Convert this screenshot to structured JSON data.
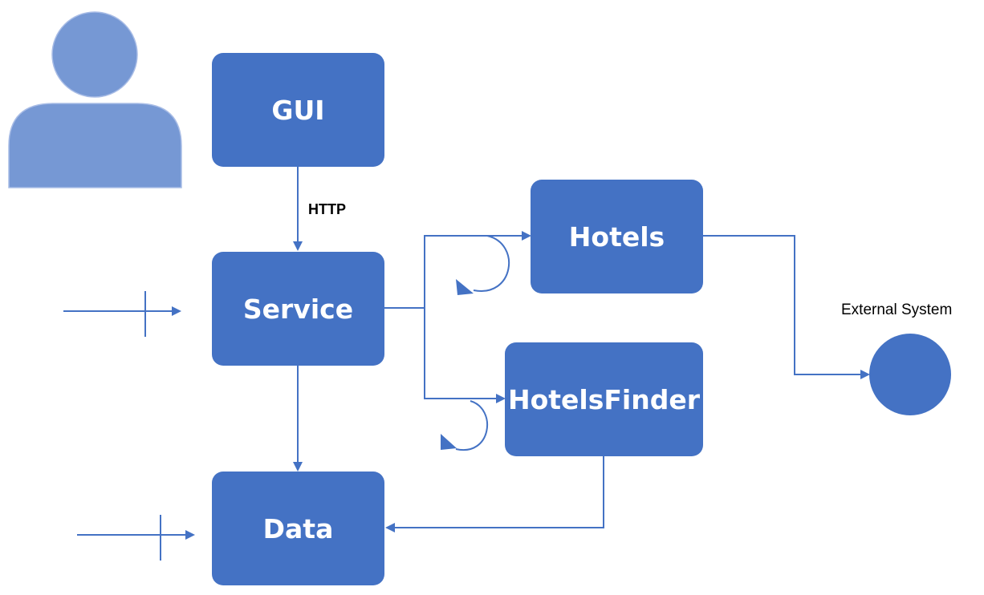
{
  "colors": {
    "box": "#4472C4",
    "line": "#4472C4",
    "actor": "#7698D4",
    "actor_stroke": "#A9BDE6"
  },
  "nodes": {
    "gui": "GUI",
    "service": "Service",
    "hotels": "Hotels",
    "hotels_finder": "HotelsFinder",
    "data": "Data"
  },
  "labels": {
    "http": "HTTP",
    "external_system": "External System"
  },
  "icons": {
    "actor": "user-actor-icon",
    "external": "external-system-circle"
  }
}
